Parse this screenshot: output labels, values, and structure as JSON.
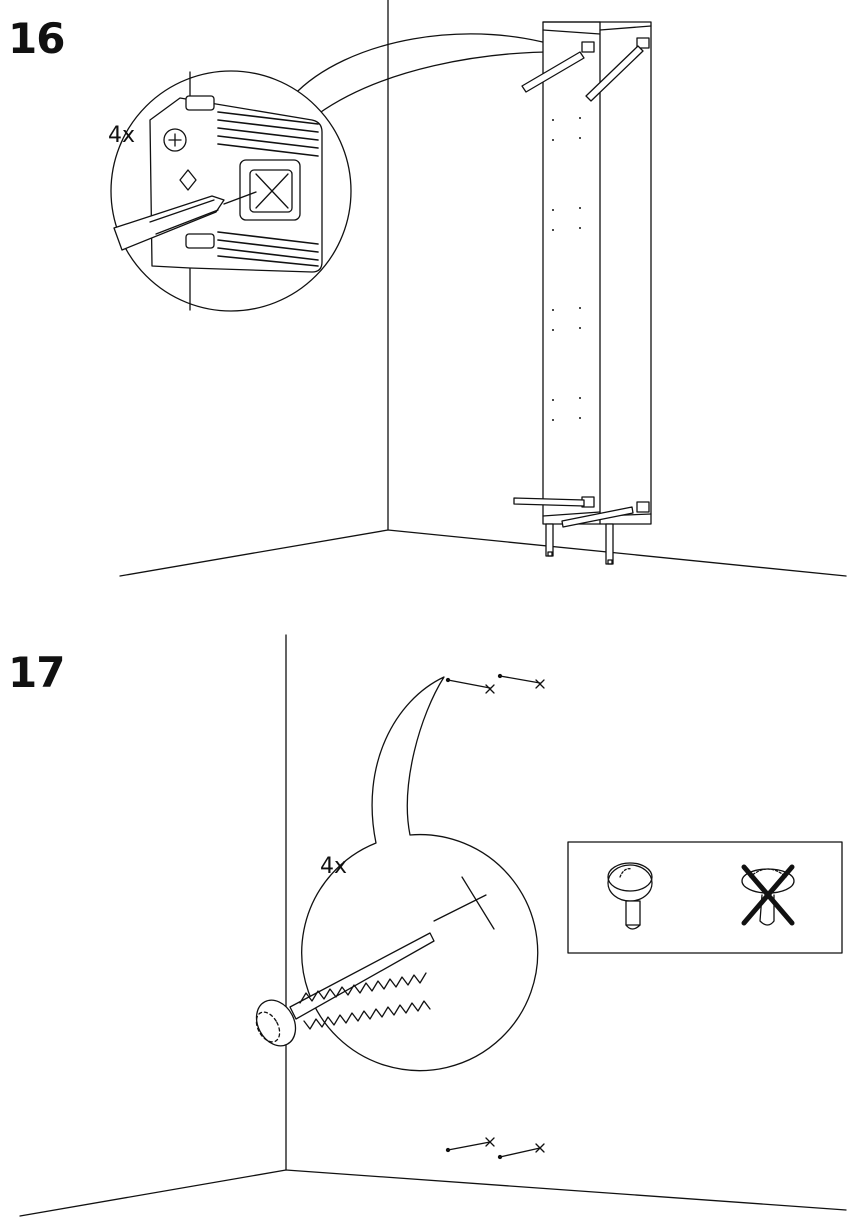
{
  "steps": [
    {
      "number": "16",
      "quantity": "4x"
    },
    {
      "number": "17",
      "quantity": "4x"
    }
  ],
  "colors": {
    "line": "#111111",
    "background": "#ffffff"
  }
}
